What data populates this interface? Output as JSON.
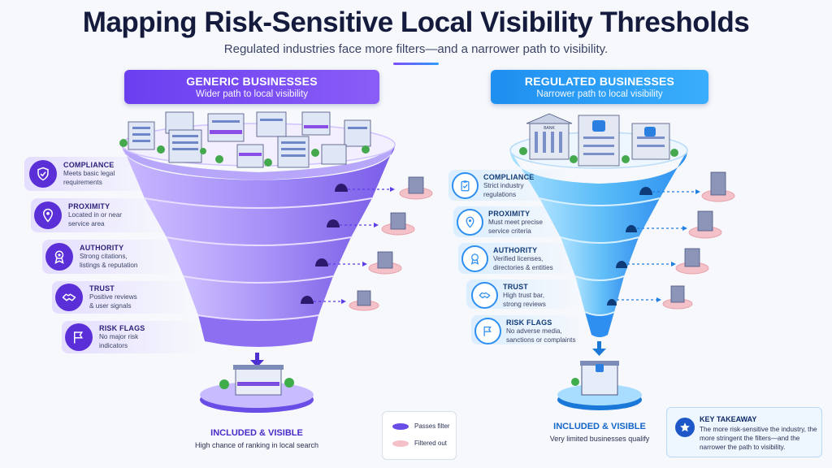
{
  "title": "Mapping Risk-Sensitive Local Visibility Thresholds",
  "subtitle": "Regulated industries face more filters—and a narrower path to visibility.",
  "generic": {
    "header_title": "GENERIC BUSINESSES",
    "header_sub": "Wider path to local visibility",
    "criteria": [
      {
        "title": "COMPLIANCE",
        "desc": [
          "Meets basic legal",
          "requirements"
        ],
        "icon": "shield-check-icon"
      },
      {
        "title": "PROXIMITY",
        "desc": [
          "Located in or near",
          "service area"
        ],
        "icon": "map-pin-icon"
      },
      {
        "title": "AUTHORITY",
        "desc": [
          "Strong citations,",
          "listings & reputation"
        ],
        "icon": "award-ribbon-icon"
      },
      {
        "title": "TRUST",
        "desc": [
          "Positive reviews",
          "& user signals"
        ],
        "icon": "handshake-icon"
      },
      {
        "title": "RISK FLAGS",
        "desc": [
          "No major risk",
          "indicators"
        ],
        "icon": "flag-icon"
      }
    ],
    "result_title": "INCLUDED & VISIBLE",
    "result_sub": "High chance of ranking in local search"
  },
  "regulated": {
    "header_title": "REGULATED BUSINESSES",
    "header_sub": "Narrower path to local visibility",
    "criteria": [
      {
        "title": "COMPLIANCE",
        "desc": [
          "Strict industry",
          "regulations"
        ],
        "icon": "clipboard-check-icon"
      },
      {
        "title": "PROXIMITY",
        "desc": [
          "Must meet precise",
          "service criteria"
        ],
        "icon": "map-pin-icon"
      },
      {
        "title": "AUTHORITY",
        "desc": [
          "Verified licenses,",
          "directories & entities"
        ],
        "icon": "award-ribbon-icon"
      },
      {
        "title": "TRUST",
        "desc": [
          "High trust bar,",
          "strong reviews"
        ],
        "icon": "handshake-icon"
      },
      {
        "title": "RISK FLAGS",
        "desc": [
          "No adverse media,",
          "sanctions or complaints"
        ],
        "icon": "flag-icon"
      }
    ],
    "top_building_labels": [
      "BANK"
    ],
    "result_title": "INCLUDED & VISIBLE",
    "result_sub": "Very limited businesses qualify"
  },
  "legend": {
    "passes": "Passes filter",
    "filtered": "Filtered out"
  },
  "takeaway": {
    "title": "KEY TAKEAWAY",
    "body": "The more risk-sensitive the industry, the more stringent the filters—and the narrower the path to visibility."
  },
  "colors": {
    "generic_accent": "#6a3ff0",
    "regulated_accent": "#1f8ff0",
    "filtered_out": "#f3c1c7"
  }
}
